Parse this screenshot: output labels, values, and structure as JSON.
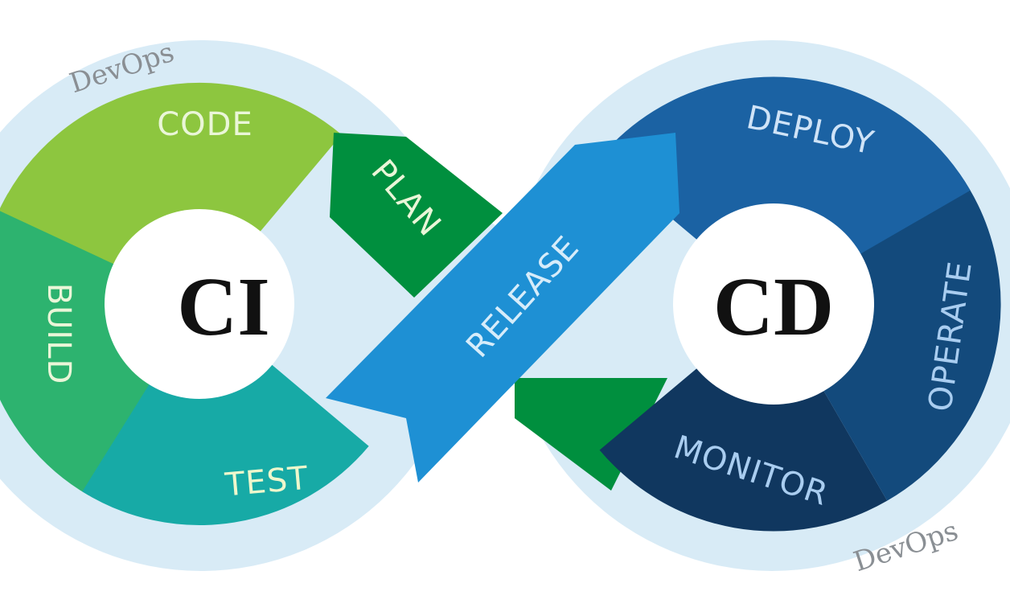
{
  "diagram": {
    "left_center": "CI",
    "right_center": "CD",
    "watermark_top": "DevOps",
    "watermark_bottom": "DevOps",
    "stages": [
      {
        "label": "CODE",
        "color": "#8dc63f"
      },
      {
        "label": "PLAN",
        "color": "#008f3e"
      },
      {
        "label": "BUILD",
        "color": "#2db36f"
      },
      {
        "label": "TEST",
        "color": "#17aaa6"
      },
      {
        "label": "RELEASE",
        "color": "#1e90d4"
      },
      {
        "label": "DEPLOY",
        "color": "#1b62a3"
      },
      {
        "label": "OPERATE",
        "color": "#134a7c"
      },
      {
        "label": "MONITOR",
        "color": "#10375f"
      }
    ],
    "border_color": "#d8ebf6"
  }
}
